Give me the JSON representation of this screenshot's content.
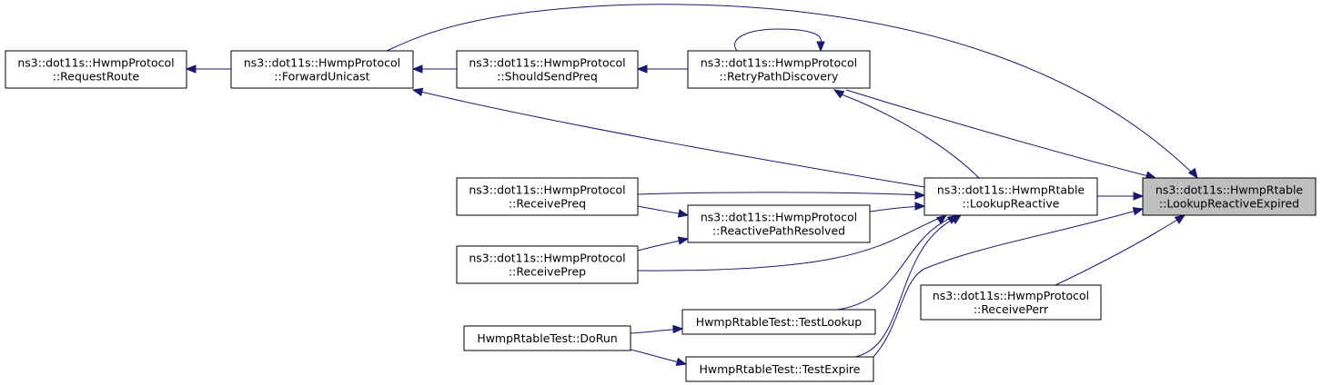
{
  "graph": {
    "nodes": [
      {
        "id": "request_route",
        "lines": [
          "ns3::dot11s::HwmpProtocol",
          "::RequestRoute"
        ],
        "highlight": false
      },
      {
        "id": "forward_unicast",
        "lines": [
          "ns3::dot11s::HwmpProtocol",
          "::ForwardUnicast"
        ],
        "highlight": false
      },
      {
        "id": "should_send_preq",
        "lines": [
          "ns3::dot11s::HwmpProtocol",
          "::ShouldSendPreq"
        ],
        "highlight": false
      },
      {
        "id": "retry_path_discovery",
        "lines": [
          "ns3::dot11s::HwmpProtocol",
          "::RetryPathDiscovery"
        ],
        "highlight": false
      },
      {
        "id": "receive_preq",
        "lines": [
          "ns3::dot11s::HwmpProtocol",
          "::ReceivePreq"
        ],
        "highlight": false
      },
      {
        "id": "reactive_path_resolved",
        "lines": [
          "ns3::dot11s::HwmpProtocol",
          "::ReactivePathResolved"
        ],
        "highlight": false
      },
      {
        "id": "receive_prep",
        "lines": [
          "ns3::dot11s::HwmpProtocol",
          "::ReceivePrep"
        ],
        "highlight": false
      },
      {
        "id": "lookup_reactive",
        "lines": [
          "ns3::dot11s::HwmpRtable",
          "::LookupReactive"
        ],
        "highlight": false
      },
      {
        "id": "lookup_reactive_expired",
        "lines": [
          "ns3::dot11s::HwmpRtable",
          "::LookupReactiveExpired"
        ],
        "highlight": true
      },
      {
        "id": "receive_perr",
        "lines": [
          "ns3::dot11s::HwmpProtocol",
          "::ReceivePerr"
        ],
        "highlight": false
      },
      {
        "id": "hwmp_rtable_test_do_run",
        "lines": [
          "HwmpRtableTest::DoRun"
        ],
        "highlight": false
      },
      {
        "id": "hwmp_rtable_test_test_lookup",
        "lines": [
          "HwmpRtableTest::TestLookup"
        ],
        "highlight": false
      },
      {
        "id": "hwmp_rtable_test_test_expire",
        "lines": [
          "HwmpRtableTest::TestExpire"
        ],
        "highlight": false
      }
    ],
    "edges": [
      {
        "from": "forward_unicast",
        "to": "request_route"
      },
      {
        "from": "should_send_preq",
        "to": "forward_unicast"
      },
      {
        "from": "retry_path_discovery",
        "to": "should_send_preq"
      },
      {
        "from": "retry_path_discovery",
        "to": "retry_path_discovery"
      },
      {
        "from": "lookup_reactive",
        "to": "forward_unicast"
      },
      {
        "from": "lookup_reactive",
        "to": "retry_path_discovery"
      },
      {
        "from": "lookup_reactive",
        "to": "receive_preq"
      },
      {
        "from": "lookup_reactive",
        "to": "reactive_path_resolved"
      },
      {
        "from": "lookup_reactive",
        "to": "receive_prep"
      },
      {
        "from": "lookup_reactive",
        "to": "hwmp_rtable_test_test_lookup"
      },
      {
        "from": "lookup_reactive",
        "to": "hwmp_rtable_test_test_expire"
      },
      {
        "from": "reactive_path_resolved",
        "to": "receive_preq"
      },
      {
        "from": "reactive_path_resolved",
        "to": "receive_prep"
      },
      {
        "from": "hwmp_rtable_test_test_lookup",
        "to": "hwmp_rtable_test_do_run"
      },
      {
        "from": "hwmp_rtable_test_test_expire",
        "to": "hwmp_rtable_test_do_run"
      },
      {
        "from": "lookup_reactive_expired",
        "to": "lookup_reactive"
      },
      {
        "from": "lookup_reactive_expired",
        "to": "forward_unicast"
      },
      {
        "from": "lookup_reactive_expired",
        "to": "retry_path_discovery"
      },
      {
        "from": "lookup_reactive_expired",
        "to": "receive_perr"
      },
      {
        "from": "lookup_reactive_expired",
        "to": "hwmp_rtable_test_test_expire"
      }
    ],
    "colors": {
      "edge": "#191970",
      "highlight_fill": "#bfbfbf",
      "box_stroke": "#000000"
    }
  }
}
